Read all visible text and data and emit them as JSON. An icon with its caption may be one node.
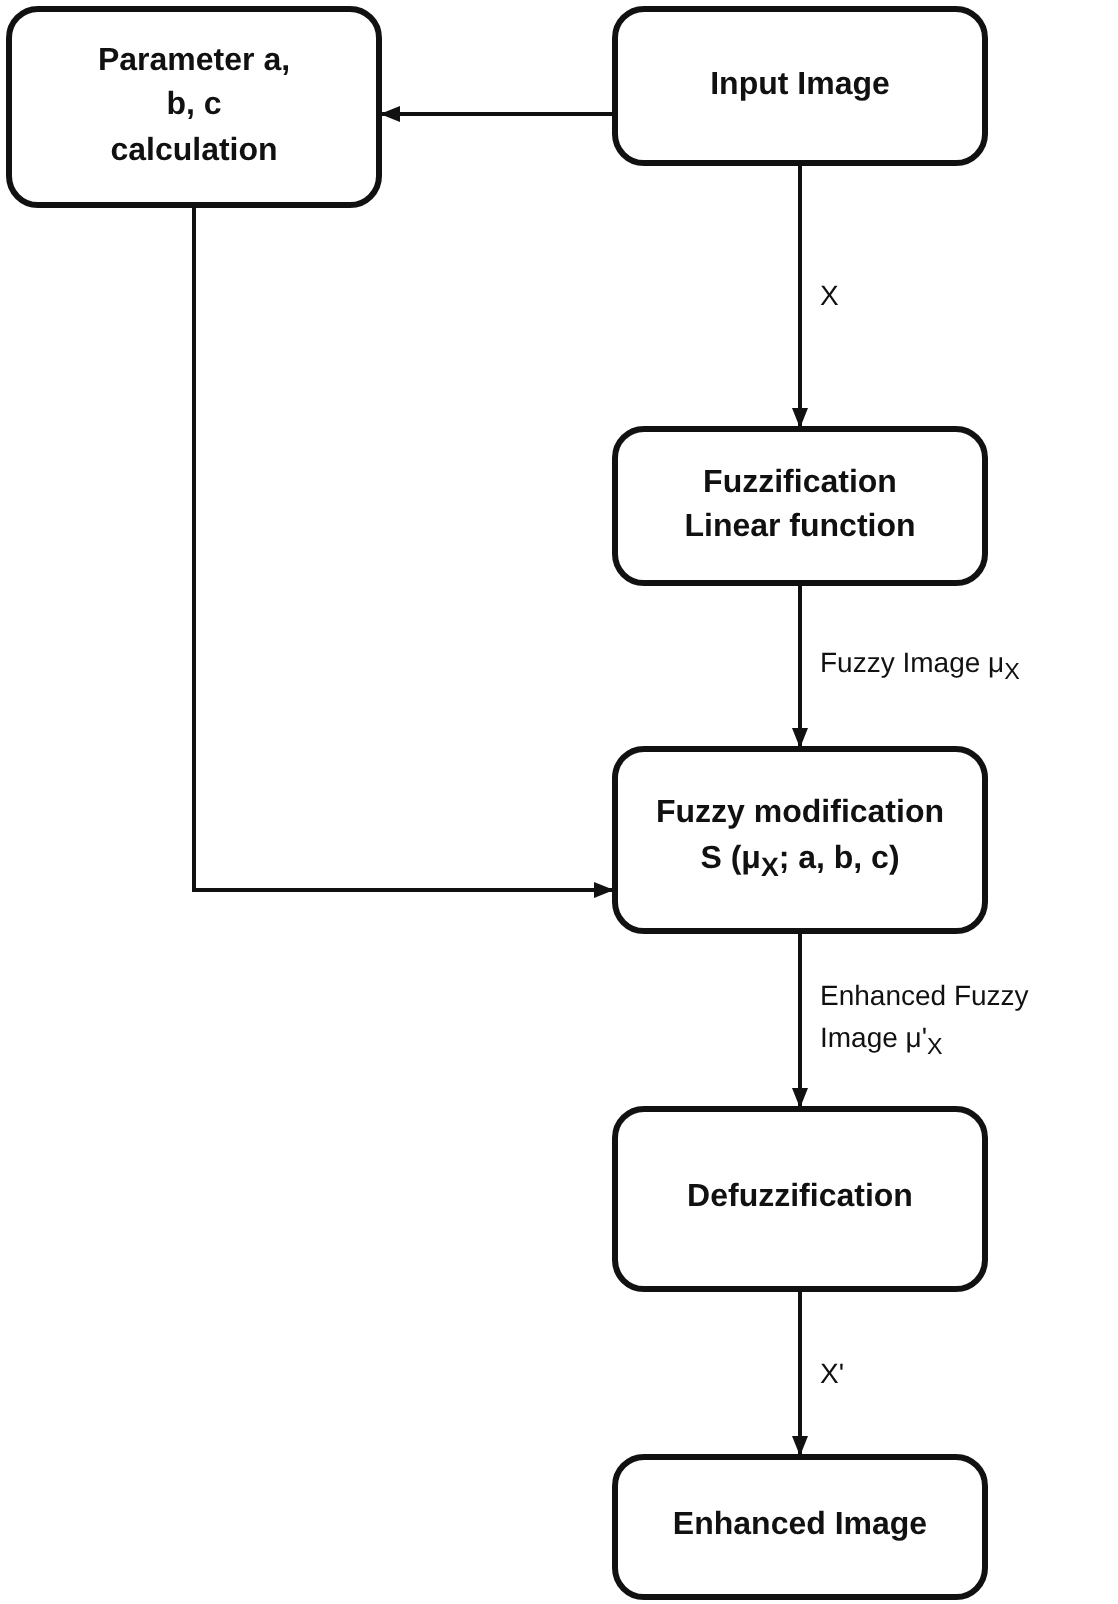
{
  "diagram": {
    "nodes": [
      {
        "text": [
          "Parameter a, b, c calculation"
        ]
      },
      {
        "text": [
          "Input Image"
        ]
      },
      {
        "text": [
          "Fuzzification",
          "Linear function"
        ]
      },
      {
        "text": [
          "Fuzzy modification",
          "S (μ$_{X}$; a, b, c)"
        ]
      },
      {
        "text": [
          "Defuzzification"
        ]
      },
      {
        "text": [
          "Enhanced Image"
        ]
      }
    ],
    "edges": [
      {
        "from": 1,
        "to": 0,
        "arrow": "to"
      },
      {
        "from": 1,
        "to": 2,
        "arrow": "to",
        "label": "X"
      },
      {
        "from": 2,
        "to": 3,
        "arrow": "to",
        "label": "Fuzzy Image μ$_{X}$"
      },
      {
        "from": 0,
        "to": 3,
        "arrow": "to"
      },
      {
        "from": 3,
        "to": 4,
        "arrow": "to",
        "label": "Enhanced Fuzzy Image μ'$_{X}$"
      },
      {
        "from": 4,
        "to": 5,
        "arrow": "to",
        "label": "X'"
      }
    ]
  }
}
